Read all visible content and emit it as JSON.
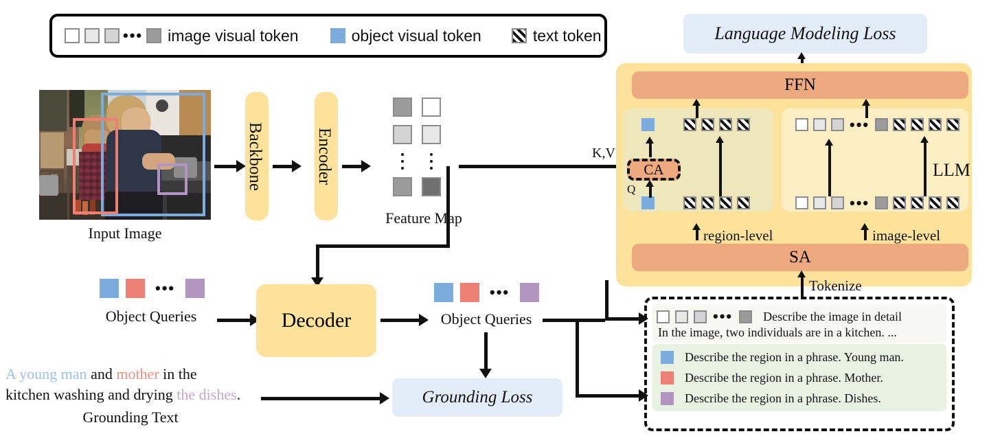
{
  "legend": {
    "items": [
      {
        "id": "image-visual-token",
        "label": "image visual token",
        "swatches": [
          "v1",
          "v2",
          "v3",
          "ellipsis",
          "v4"
        ]
      },
      {
        "id": "object-visual-token",
        "label": "object visual token",
        "swatches": [
          "blue"
        ]
      },
      {
        "id": "text-token",
        "label": "text token",
        "swatches": [
          "txt"
        ]
      }
    ]
  },
  "pipeline": {
    "input_image_caption": "Input Image",
    "backbone_label": "Backbone",
    "encoder_label": "Encoder",
    "feature_map_caption": "Feature Map",
    "decoder_label": "Decoder",
    "object_queries_caption": "Object Queries",
    "object_queries_out_caption": "Object Queries",
    "grounding_loss_label": "Grounding Loss",
    "grounding_text_caption": "Grounding Text",
    "kv_label": "K,V",
    "q_label": "Q"
  },
  "grounding_text": {
    "line1": [
      {
        "text": "A young man ",
        "color": "#9fc0e8"
      },
      {
        "text": "and ",
        "color": "#111111"
      },
      {
        "text": "mother ",
        "color": "#f08f85"
      },
      {
        "text": "in the",
        "color": "#111111"
      }
    ],
    "line2": [
      {
        "text": "kitchen washing and drying ",
        "color": "#111111"
      },
      {
        "text": "the dishes",
        "color": "#c4a8d2"
      },
      {
        "text": ".",
        "color": "#111111"
      }
    ]
  },
  "llm": {
    "language_modeling_loss": "Language Modeling Loss",
    "ffn_label": "FFN",
    "sa_label": "SA",
    "ca_label": "CA",
    "llm_label": "LLM",
    "region_level_label": "region-level",
    "image_level_label": "image-level",
    "tokenize_label": "Tokenize",
    "region_top_tokens": [
      "blue",
      "gap",
      "txt",
      "txt",
      "txt",
      "txt"
    ],
    "region_bottom_tokens": [
      "blue",
      "gap",
      "txt",
      "txt",
      "txt",
      "txt"
    ],
    "image_top_tokens": [
      "v1",
      "v2",
      "v3",
      "ellipsis",
      "v4",
      "txt",
      "txt",
      "txt",
      "txt"
    ],
    "image_bottom_tokens": [
      "v1",
      "v2",
      "v3",
      "ellipsis",
      "v4",
      "txt",
      "txt",
      "txt",
      "txt"
    ]
  },
  "prompts": {
    "image_level_row": {
      "tokens": [
        "v1",
        "v2",
        "v3",
        "ellipsis",
        "v4"
      ],
      "text": "Describe the image in detail"
    },
    "answer_line": "In the image, two individuals are in a kitchen. ...",
    "region_rows": [
      {
        "swatch": "blue",
        "text": "Describe the region in a phrase. Young man."
      },
      {
        "swatch": "red",
        "text": "Describe the region in a phrase. Mother."
      },
      {
        "swatch": "purple",
        "text": "Describe the region in a phrase. Dishes."
      }
    ]
  },
  "colors": {
    "yellow": "#fce29b",
    "orange": "#efa97e",
    "light_blue_panel": "#e2edf8",
    "region_panel": "#eee7bb",
    "image_panel": "#fbeec3",
    "object_blue": "#7cacdd",
    "object_red": "#ee7f74",
    "object_purple": "#b294c0"
  }
}
